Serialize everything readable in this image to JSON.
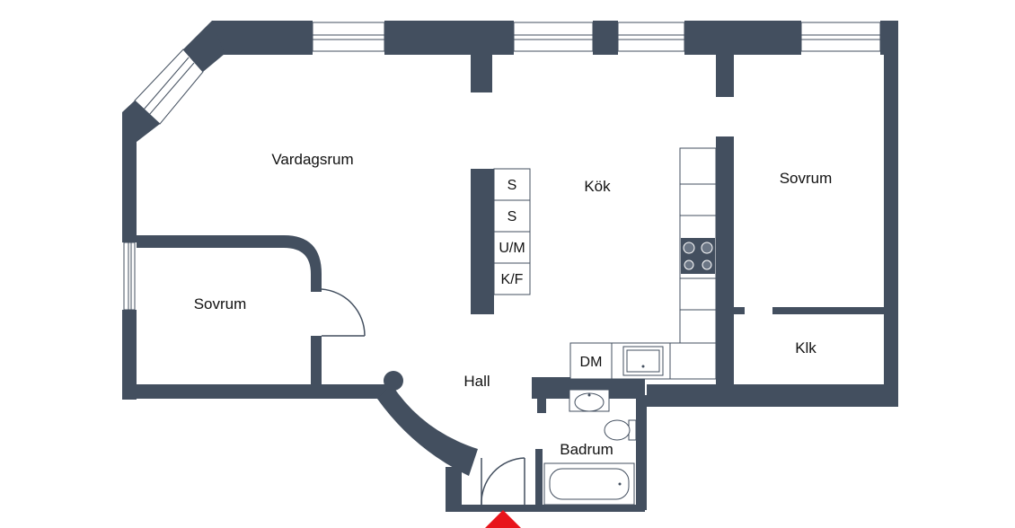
{
  "plan": {
    "rooms": {
      "vardagsrum": "Vardagsrum",
      "kok": "Kök",
      "sovrum_right": "Sovrum",
      "sovrum_left": "Sovrum",
      "hall": "Hall",
      "klk": "Klk",
      "badrum": "Badrum"
    },
    "fixtures": {
      "s1": "S",
      "s2": "S",
      "um": "U/M",
      "kf": "K/F",
      "dm": "DM"
    }
  },
  "colors": {
    "wall": "#434f5f",
    "entrance_arrow": "#e8141b",
    "background": "#ffffff"
  }
}
